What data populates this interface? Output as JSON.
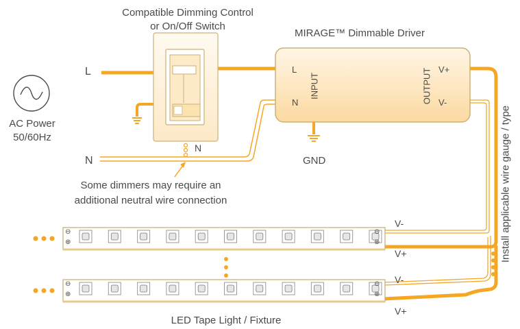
{
  "labels": {
    "dimmer_title_1": "Compatible Dimming Control",
    "dimmer_title_2": "or On/Off Switch",
    "driver_title": "MIRAGE™  Dimmable Driver",
    "line_l": "L",
    "line_n": "N",
    "ac_power_1": "AC Power",
    "ac_power_2": "50/60Hz",
    "dimmer_n": "N",
    "neutral_note_1": "Some dimmers may require an",
    "neutral_note_2": "additional neutral wire connection",
    "driver_l": "L",
    "driver_n": "N",
    "driver_input": "INPUT",
    "driver_output": "OUTPUT",
    "driver_vplus": "V+",
    "driver_vminus": "V-",
    "gnd": "GND",
    "wire_note": "Install applicable wire gauge / type",
    "strip1_vminus": "V-",
    "strip1_vplus": "V+",
    "strip2_vminus": "V-",
    "strip2_vplus": "V+",
    "tape_title": "LED Tape Light / Fixture",
    "minus_sign": "⊖",
    "plus_sign": "⊕"
  },
  "led_strips": [
    {
      "led_count": 11
    },
    {
      "led_count": 11
    }
  ],
  "colors": {
    "wire": "#f5a623",
    "wire_light": "#fbd38a",
    "outline": "#c9b27a",
    "driver_fill": "#fde7bf",
    "strip_fill": "#ffffff",
    "text": "#4a4a4a"
  }
}
